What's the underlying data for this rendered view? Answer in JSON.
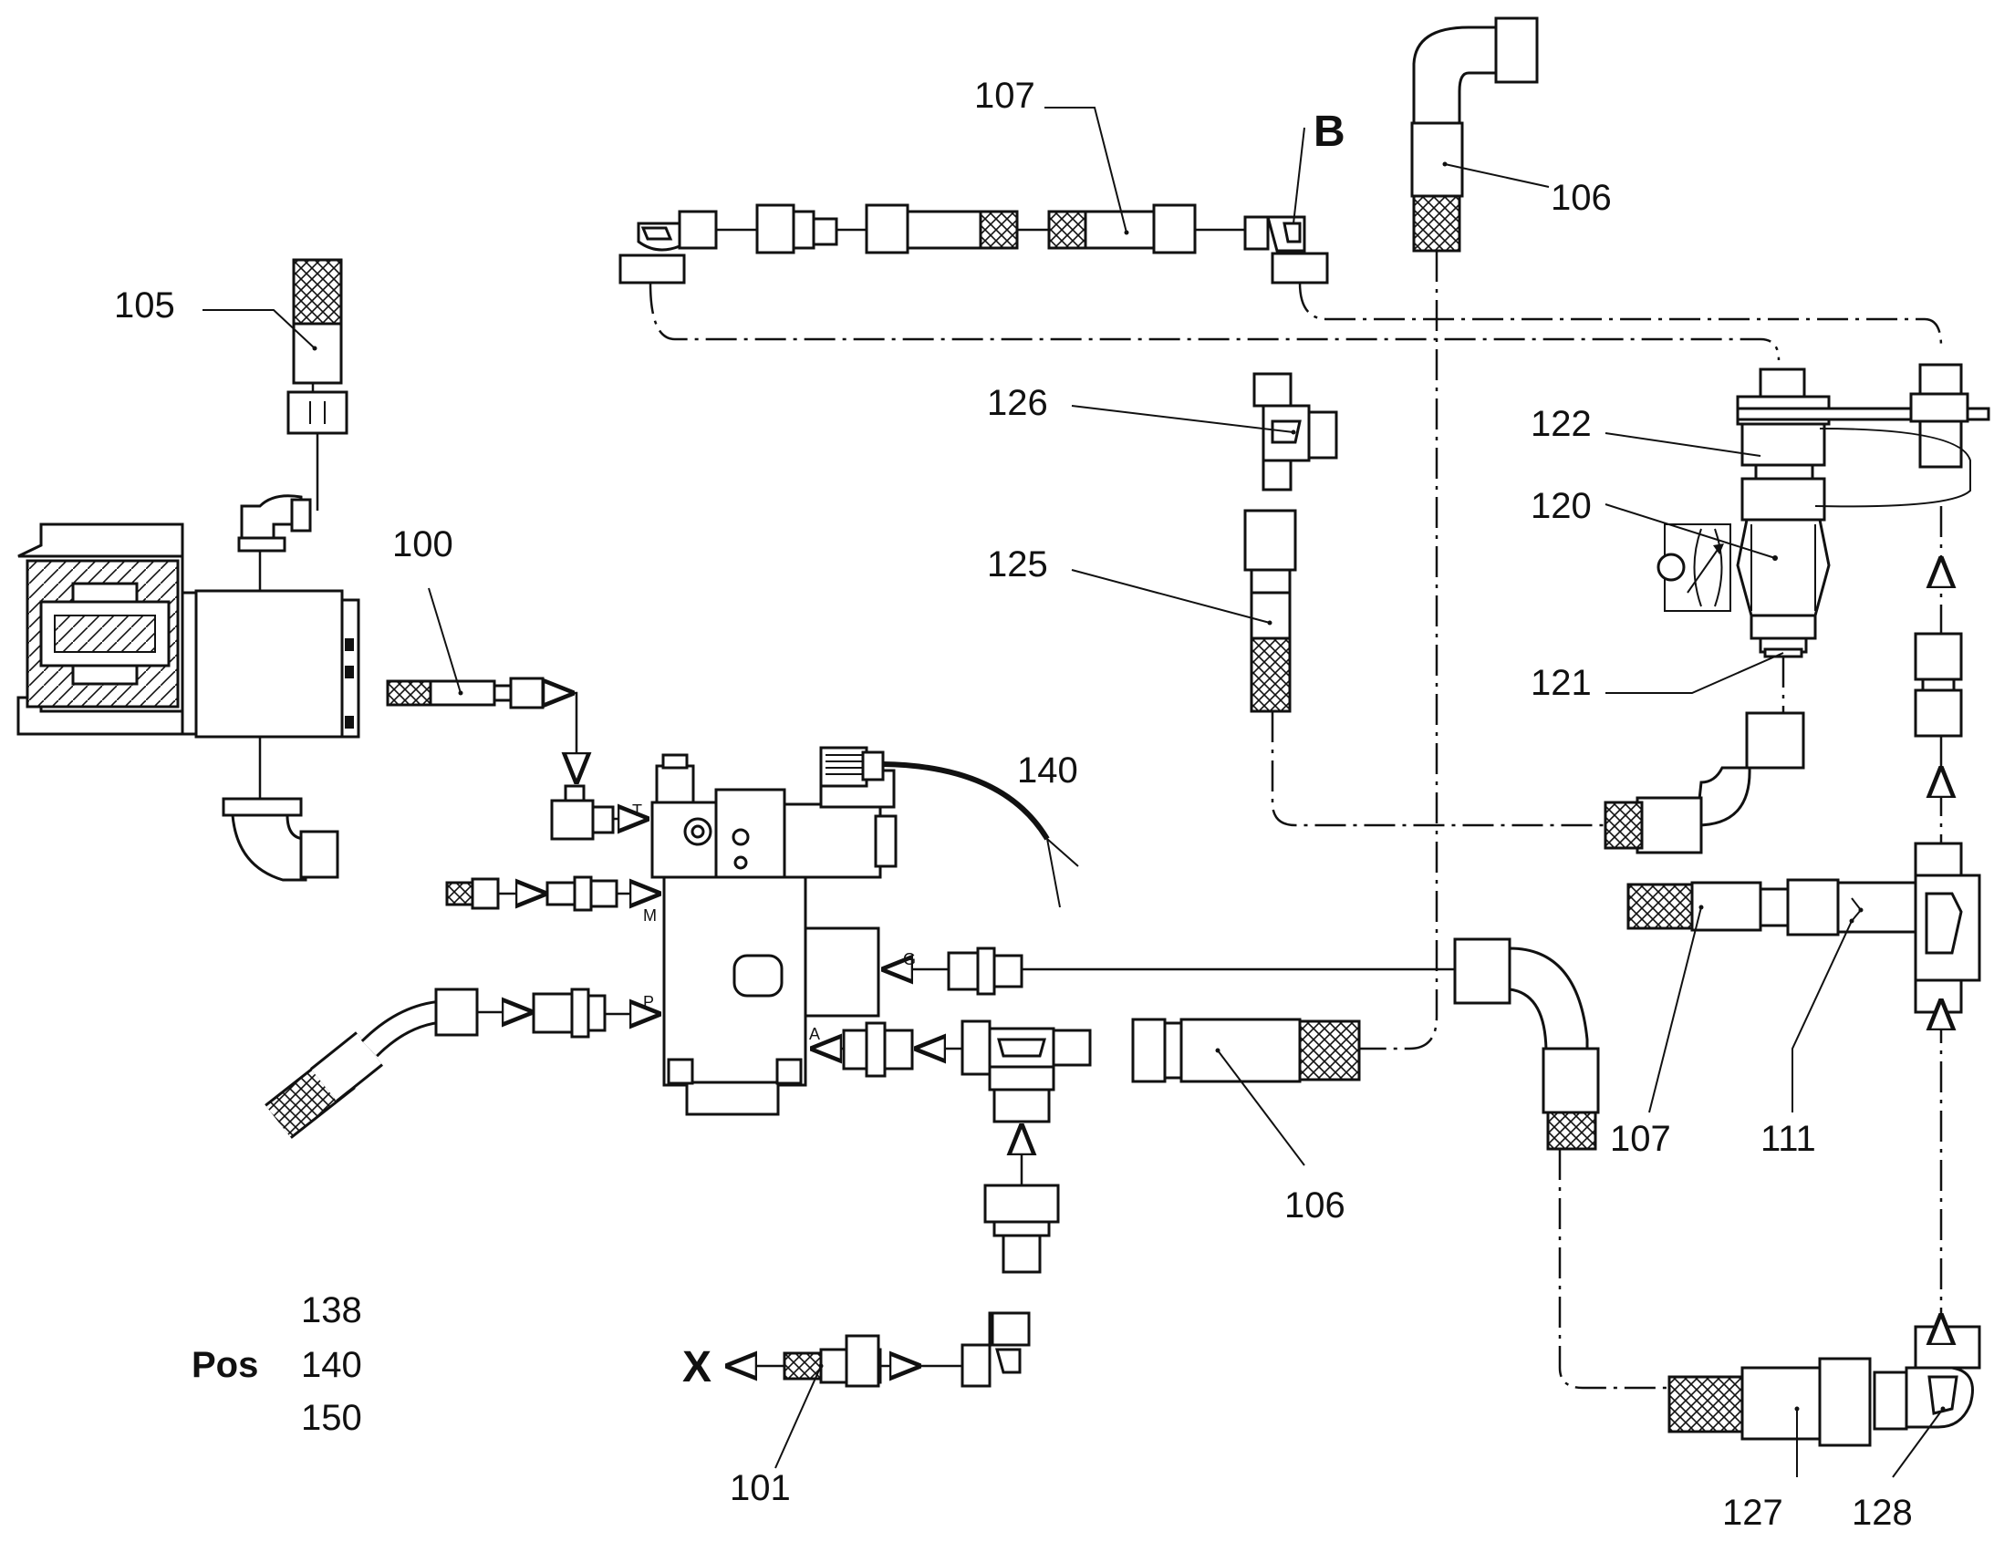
{
  "labels": {
    "l100": "100",
    "l101": "101",
    "l105": "105",
    "l106a": "106",
    "l106b": "106",
    "l107a": "107",
    "l107b": "107",
    "l111": "111",
    "l120": "120",
    "l121": "121",
    "l122": "122",
    "l125": "125",
    "l126": "126",
    "l127": "127",
    "l128": "128",
    "l140": "140",
    "B": "B",
    "X": "X"
  },
  "ports": {
    "T": "T",
    "M": "M",
    "P": "P",
    "G": "G",
    "A": "A"
  },
  "pos_legend": {
    "title": "Pos",
    "values": [
      "138",
      "140",
      "150"
    ]
  }
}
